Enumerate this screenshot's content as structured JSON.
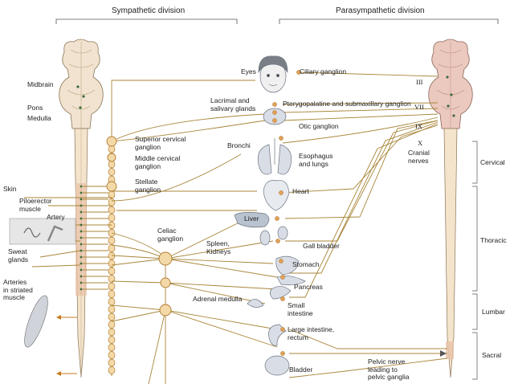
{
  "headers": {
    "sympathetic": "Sympathetic division",
    "parasympathetic": "Parasympathetic division"
  },
  "brain_left": {
    "midbrain": "Midbrain",
    "pons": "Pons",
    "medulla": "Medulla"
  },
  "periphery": {
    "skin": "Skin",
    "piloerector": [
      "Piloerector",
      "muscle"
    ],
    "artery": "Artery",
    "sweat": [
      "Sweat",
      "glands"
    ],
    "arteries_muscle": [
      "Arteries",
      "in striated",
      "muscle"
    ]
  },
  "ganglia": {
    "superior_cervical": [
      "Superior cervical",
      "ganglion"
    ],
    "middle_cervical": [
      "Middle cervical",
      "ganglion"
    ],
    "stellate": [
      "Stellate",
      "ganglion"
    ],
    "celiac": [
      "Celiac",
      "ganglion"
    ]
  },
  "organs": {
    "eyes": "Eyes",
    "ciliary": "Ciliary ganglion",
    "lacrimal": [
      "Lacrimal and",
      "salivary glands"
    ],
    "pterygopalatine": "Pterygopalatine and submaxillary ganglion",
    "otic": "Otic ganglion",
    "bronchi": "Bronchi",
    "esophagus": [
      "Esophagus",
      "and lungs"
    ],
    "heart": "Heart",
    "liver": "Liver",
    "spleen": [
      "Spleen,",
      "Kidneys"
    ],
    "gall_bladder": "Gall bladder",
    "stomach": "Stomach",
    "pancreas": "Pancreas",
    "adrenal": "Adrenal medulla",
    "small_intestine": [
      "Small",
      "intestine"
    ],
    "large_intestine": [
      "Large intestine,",
      "rectum"
    ],
    "bladder": "Bladder"
  },
  "cranial": {
    "III": "III",
    "VII": "VII",
    "IX": "IX",
    "X": "X",
    "cranial_nerves": [
      "Cranial",
      "nerves"
    ]
  },
  "pelvic": [
    "Pelvic nerve",
    "leading to",
    "pelvic ganglia"
  ],
  "regions": {
    "cervical": "Cervical",
    "thoracic": "Thoracic",
    "lumbar": "Lumbar",
    "sacral": "Sacral"
  },
  "colors": {
    "nerve": "#a8863a",
    "ganglion_fill": "#f3d9a8",
    "ganglion_stroke": "#b27a2e",
    "brain_left": "#f1e3cf",
    "brain_right": "#ecc9bf",
    "cord": "#f4e4cc",
    "cord_tint": "#e8c2a6",
    "organ": "#d9dee6",
    "organ_stroke": "#6b7380",
    "arrow": "#c9781e"
  }
}
